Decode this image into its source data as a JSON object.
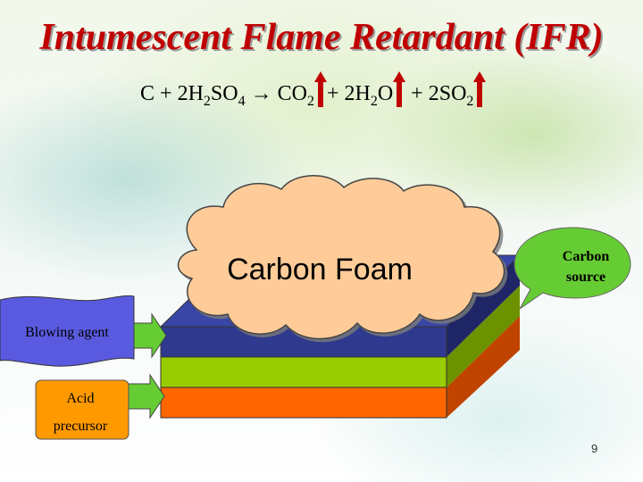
{
  "slide": {
    "title": "Intumescent Flame Retardant (IFR)",
    "page_number": "9"
  },
  "equation": {
    "reactants": [
      "C",
      "2H2SO4"
    ],
    "arrow": "→",
    "products": [
      "CO2",
      "2H2O",
      "2SO2"
    ],
    "gas_evolved_marks": [
      "CO2",
      "2H2O",
      "2SO2"
    ]
  },
  "diagram": {
    "cloud_label": "Carbon Foam",
    "callout_label": [
      "Carbon",
      "source"
    ],
    "blowing_agent_label": "Blowing agent",
    "acid_precursor_label": [
      "Acid",
      "precursor"
    ],
    "layer_colors": {
      "top": "#2f3a8f",
      "middle": "#99cc00",
      "bottom": "#ff6600"
    },
    "accent_colors": {
      "title": "#c00000",
      "gas_arrow": "#c00000",
      "pointer_arrow": "#66cc33",
      "cloud": "#ffcc99",
      "callout": "#66cc33",
      "blowing_banner": "#4d4ddb",
      "acid_box": "#ff9900"
    }
  }
}
